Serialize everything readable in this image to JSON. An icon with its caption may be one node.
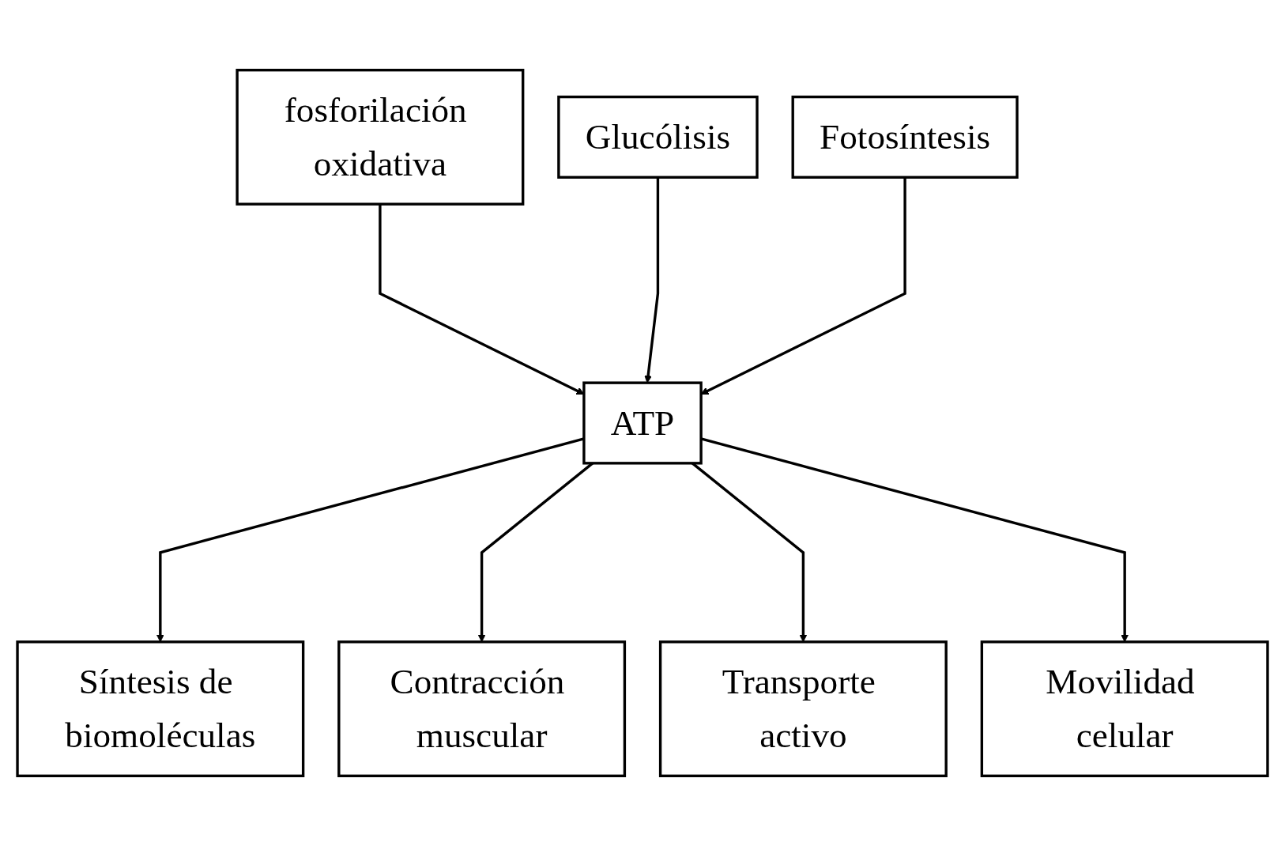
{
  "diagram": {
    "nodes": [
      {
        "text": [
          "fosforilación oxidativa"
        ]
      },
      {
        "text": [
          "Glucólisis"
        ]
      },
      {
        "text": [
          "Fotosíntesis"
        ]
      },
      {
        "text": [
          "ATP"
        ]
      },
      {
        "text": [
          "Síntesis de biomoléculas"
        ]
      },
      {
        "text": [
          "Contracción muscular"
        ]
      },
      {
        "text": [
          "Transporte activo"
        ]
      },
      {
        "text": [
          "Movilidad celular"
        ]
      }
    ],
    "edges": [
      {
        "from": 0,
        "to": 3,
        "arrow": "to"
      },
      {
        "from": 1,
        "to": 3,
        "arrow": "to"
      },
      {
        "from": 2,
        "to": 3,
        "arrow": "to"
      },
      {
        "from": 3,
        "to": 4,
        "arrow": "to"
      },
      {
        "from": 3,
        "to": 5,
        "arrow": "to"
      },
      {
        "from": 3,
        "to": 6,
        "arrow": "to"
      },
      {
        "from": 3,
        "to": 7,
        "arrow": "to"
      }
    ]
  }
}
